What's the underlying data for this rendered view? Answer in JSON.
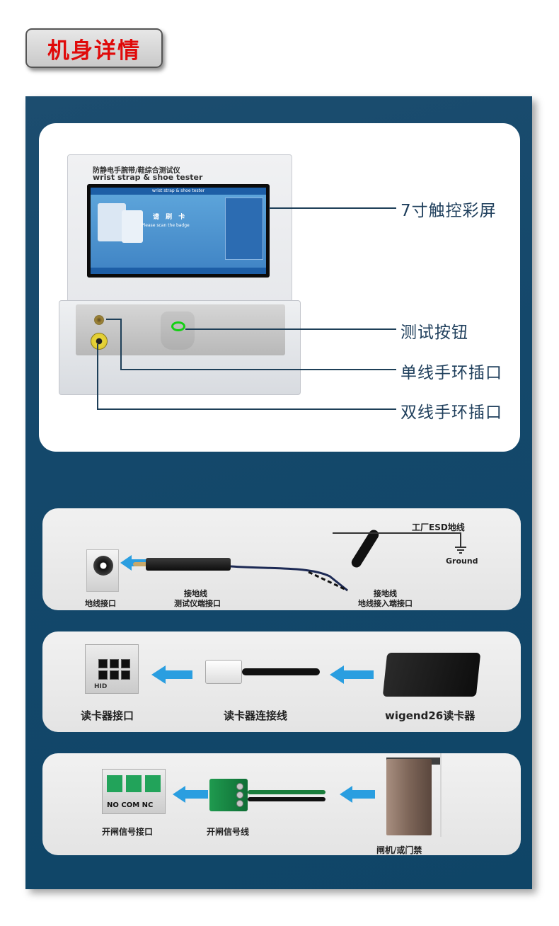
{
  "header": {
    "title": "机身详情"
  },
  "device": {
    "label_cn": "防静电手腕带/鞋综合测试仪",
    "label_en": "wrist strap & shoe tester",
    "screen_top": "wrist strap & shoe tester",
    "screen_msg": "请 刷 卡",
    "screen_msg_en": "Please scan the badge",
    "callouts": {
      "screen": "7寸触控彩屏",
      "test_button": "测试按钮",
      "single_wire": "单线手环插口",
      "double_wire": "双线手环插口"
    }
  },
  "ground": {
    "factory_ground": "工厂ESD地线",
    "ground_word": "Ground",
    "socket_caption": "地线接口",
    "plug_caption_1": "接地线",
    "plug_caption_2": "测试仪端接口",
    "clip_caption_1": "接地线",
    "clip_caption_2": "地线接入端接口"
  },
  "reader": {
    "port_caption": "读卡器接口",
    "port_label": "HID",
    "cable_caption": "读卡器连接线",
    "reader_caption": "wigend26读卡器"
  },
  "gate": {
    "port_caption": "开闸信号接口",
    "port_label": "NO COM NC",
    "cable_caption": "开闸信号线",
    "gate_caption": "闸机/或门禁"
  },
  "colors": {
    "title_red": "#e00a0a",
    "panel_blue": "#14486b",
    "arrow_blue": "#2a9ee0"
  }
}
